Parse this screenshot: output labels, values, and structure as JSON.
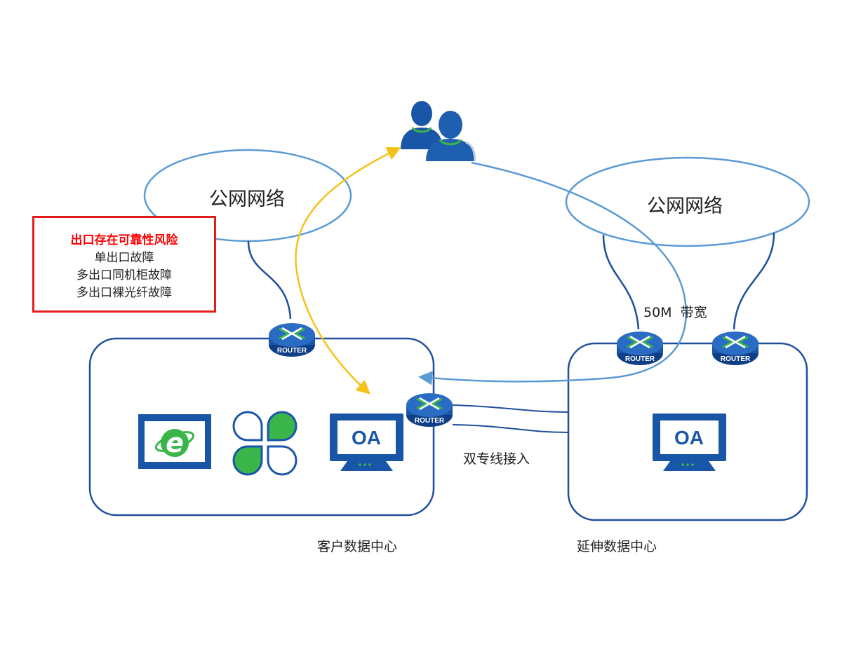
{
  "clouds": {
    "left_label": "公网网络",
    "right_label": "公网网络"
  },
  "risk_box": {
    "title": "出口存在可靠性风险",
    "items": [
      "单出口故障",
      "多出口同机柜故障",
      "多出口裸光纤故障"
    ]
  },
  "router_text": "ROUTER",
  "apps": {
    "oa_left": "OA",
    "oa_right": "OA",
    "ie_glyph": "e"
  },
  "labels": {
    "bandwidth": "50M  带宽",
    "dual_line": "双专线接入",
    "customer_dc": "客户数据中心",
    "extended_dc": "延伸数据中心"
  },
  "colors": {
    "dc_border": "#1f4e9c",
    "cloud_stroke": "#5b9bd5",
    "router_body": "#1a56a8",
    "accent_green": "#3ab54a",
    "yellow_arrow": "#f5c218",
    "risk_red": "#ff0000"
  },
  "icons": [
    "users-icon",
    "router-icon",
    "ie-browser-icon",
    "clover-app-icon",
    "oa-monitor-icon"
  ]
}
